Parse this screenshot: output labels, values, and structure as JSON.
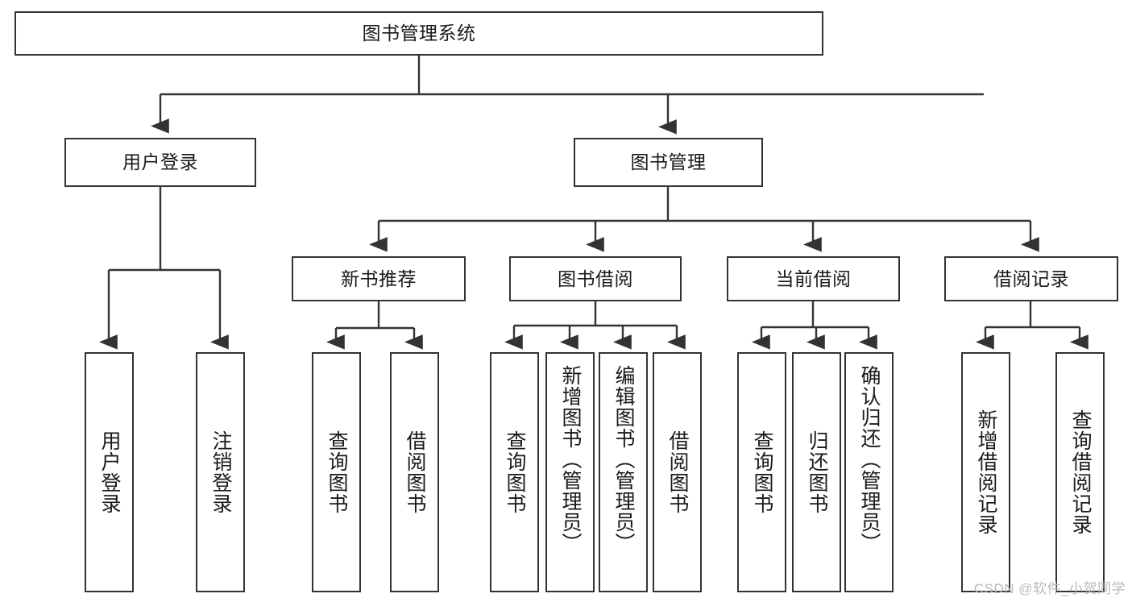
{
  "diagram": {
    "title_node": {
      "label": "图书管理系统"
    },
    "level2": [
      {
        "id": "user-login",
        "label": "用户登录"
      },
      {
        "id": "book-management",
        "label": "图书管理"
      }
    ],
    "level3": [
      {
        "id": "new-book-recommend",
        "label": "新书推荐"
      },
      {
        "id": "book-borrow",
        "label": "图书借阅"
      },
      {
        "id": "current-borrow",
        "label": "当前借阅"
      },
      {
        "id": "borrow-record",
        "label": "借阅记录"
      }
    ],
    "leaves": [
      {
        "id": "leaf-user-login",
        "label": "用户登录",
        "parent": "user-login"
      },
      {
        "id": "leaf-logout-login",
        "label": "注销登录",
        "parent": "user-login"
      },
      {
        "id": "leaf-query-book-1",
        "label": "查询图书",
        "parent": "new-book-recommend"
      },
      {
        "id": "leaf-borrow-book-1",
        "label": "借阅图书",
        "parent": "new-book-recommend"
      },
      {
        "id": "leaf-query-book-2",
        "label": "查询图书",
        "parent": "book-borrow"
      },
      {
        "id": "leaf-add-book",
        "label": "新增图书（管理员）",
        "parent": "book-borrow"
      },
      {
        "id": "leaf-edit-book",
        "label": "编辑图书（管理员）",
        "parent": "book-borrow"
      },
      {
        "id": "leaf-borrow-book-2",
        "label": "借阅图书",
        "parent": "book-borrow"
      },
      {
        "id": "leaf-query-book-3",
        "label": "查询图书",
        "parent": "current-borrow"
      },
      {
        "id": "leaf-return-book",
        "label": "归还图书",
        "parent": "current-borrow"
      },
      {
        "id": "leaf-confirm-return",
        "label": "确认归还（管理员）",
        "parent": "current-borrow"
      },
      {
        "id": "leaf-add-record",
        "label": "新增借阅记录",
        "parent": "borrow-record"
      },
      {
        "id": "leaf-query-record",
        "label": "查询借阅记录",
        "parent": "borrow-record"
      }
    ]
  },
  "watermark": {
    "text": "CSDN @软件_小贺同学"
  },
  "colors": {
    "border": "#333333",
    "text": "#1a1a1a",
    "background": "#ffffff",
    "watermark": "#b9b9b9"
  }
}
